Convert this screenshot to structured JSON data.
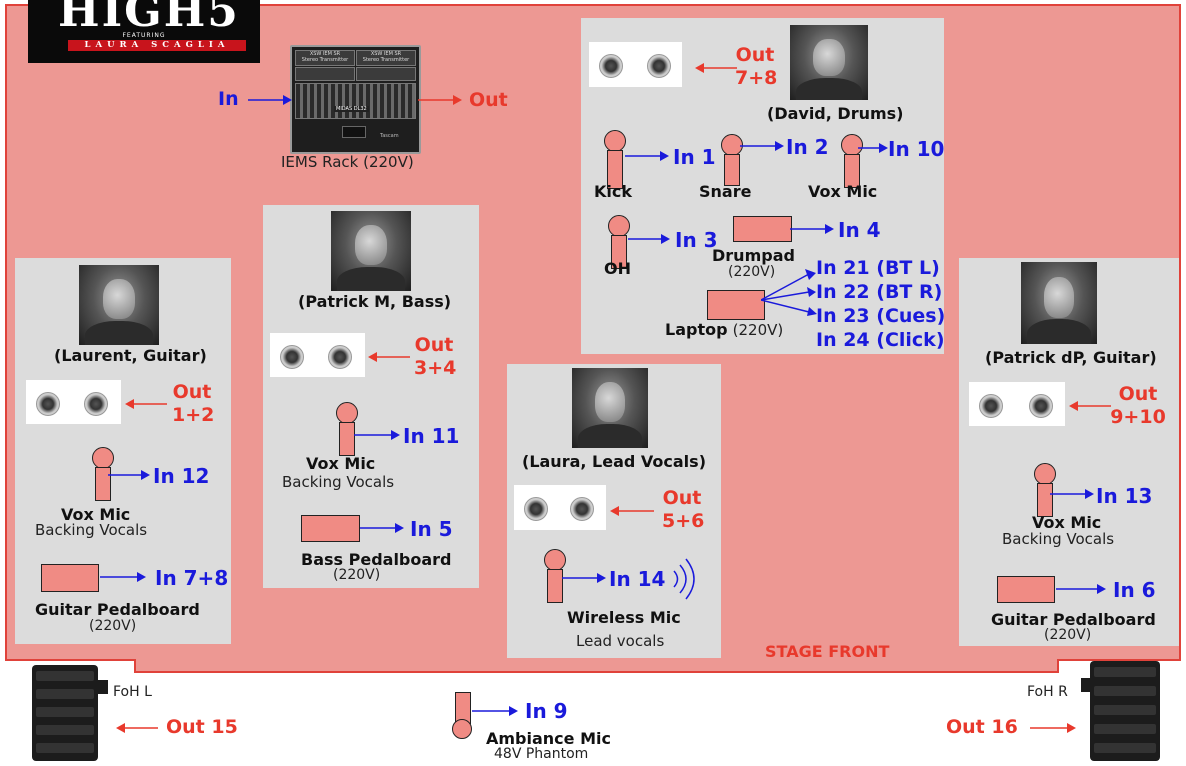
{
  "logo": {
    "title": "HIGH5",
    "featuring": "FEATURING",
    "name": "LAURA SCAGLIA"
  },
  "colors": {
    "stage": "#ed9893",
    "stage_border": "#e0423a",
    "panel": "#dcdcdc",
    "device": "#f08b84",
    "in_blue": "#1a1adb",
    "out_red": "#e8392c"
  },
  "rack": {
    "in": "In",
    "out": "Out",
    "caption": "IEMS Rack (220V)",
    "label_top1": "XSW IEM SR",
    "label_top2": "XSW IEM SR",
    "label_mid": "Stereo Transmitter",
    "brand": "MIDAS DL32",
    "small": "Tascam"
  },
  "drums": {
    "name": "(David, Drums)",
    "out": [
      "Out",
      "7+8"
    ],
    "kick": {
      "label": "Kick",
      "in": "In 1"
    },
    "snare": {
      "label": "Snare",
      "in": "In 2"
    },
    "vox": {
      "label": "Vox Mic",
      "in": "In 10"
    },
    "oh": {
      "label": "OH",
      "in": "In 3"
    },
    "drumpad": {
      "label": "Drumpad",
      "power": "(220V)",
      "in": "In 4"
    },
    "laptop": {
      "label": "Laptop",
      "power": "(220V)",
      "ins": [
        "In 21 (BT L)",
        "In 22 (BT R)",
        "In 23 (Cues)",
        "In 24 (Click)"
      ]
    }
  },
  "bass": {
    "name": "(Patrick M, Bass)",
    "out": [
      "Out",
      "3+4"
    ],
    "vox": {
      "label": "Vox Mic",
      "sub": "Backing Vocals",
      "in": "In 11"
    },
    "pedal": {
      "label": "Bass Pedalboard",
      "power": "(220V)",
      "in": "In 5"
    }
  },
  "guitar_l": {
    "name": "(Laurent, Guitar)",
    "out": [
      "Out",
      "1+2"
    ],
    "vox": {
      "label": "Vox Mic",
      "sub": "Backing Vocals",
      "in": "In 12"
    },
    "pedal": {
      "label": "Guitar Pedalboard",
      "power": "(220V)",
      "in": "In 7+8"
    }
  },
  "vocals": {
    "name": "(Laura, Lead Vocals)",
    "out": [
      "Out",
      "5+6"
    ],
    "mic": {
      "label": "Wireless Mic",
      "sub": "Lead vocals",
      "in": "In 14"
    }
  },
  "guitar_r": {
    "name": "(Patrick dP, Guitar)",
    "out": [
      "Out",
      "9+10"
    ],
    "vox": {
      "label": "Vox Mic",
      "sub": "Backing Vocals",
      "in": "In 13"
    },
    "pedal": {
      "label": "Guitar Pedalboard",
      "power": "(220V)",
      "in": "In 6"
    }
  },
  "stage_front": "STAGE FRONT",
  "foh_l": {
    "label": "FoH L",
    "out": "Out 15"
  },
  "foh_r": {
    "label": "FoH R",
    "out": "Out 16"
  },
  "ambiance": {
    "label": "Ambiance Mic",
    "sub": "48V Phantom",
    "in": "In 9"
  }
}
